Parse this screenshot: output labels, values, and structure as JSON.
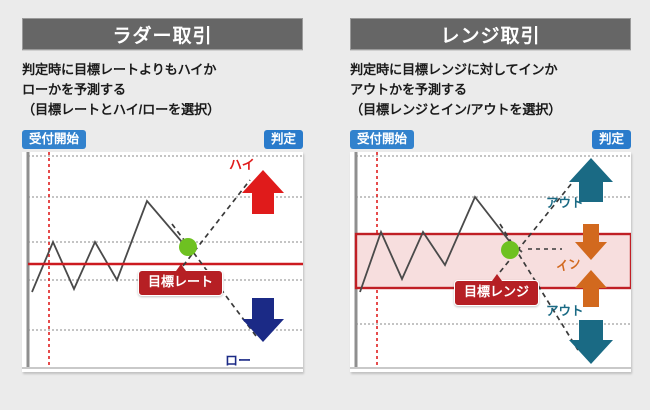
{
  "page": {
    "background": "#ebebeb",
    "accent_blue": "#2f7ed0",
    "accent_red": "#b61f24",
    "accent_teal": "#1a6a84",
    "accent_orange": "#d2691e",
    "title_bar_bg": "#666666"
  },
  "panels": [
    {
      "id": "ladder",
      "title": "ラダー取引",
      "description": "判定時に目標レートよりもハイか\nローかを予測する\n（目標レートとハイ/ローを選択）",
      "tags": {
        "start": "受付開始",
        "judge": "判定"
      },
      "labels": {
        "up": "ハイ",
        "down": "ロー",
        "target_pill": "目標レート"
      },
      "colors": {
        "up_arrow": "#e01b1b",
        "down_arrow": "#1b2a86",
        "target_line": "#cc1a20",
        "marker": "#6ec121"
      },
      "chart_data": {
        "type": "line",
        "title": "ラダー取引",
        "xlabel": "",
        "ylabel": "",
        "grid": true,
        "xlim": [
          0,
          281
        ],
        "ylim": [
          0,
          220
        ],
        "series": [
          {
            "name": "price",
            "points": [
              [
                10,
                140
              ],
              [
                31,
                90
              ],
              [
                52,
                137
              ],
              [
                73,
                90
              ],
              [
                95,
                128
              ],
              [
                125,
                49
              ],
              [
                160,
                90
              ],
              [
                172,
                100
              ]
            ]
          }
        ],
        "horizontal_lines": [
          {
            "name": "target-rate",
            "y": 112,
            "color": "#cc1a20",
            "style": "solid"
          }
        ],
        "gridlines_y": [
          4,
          45,
          90,
          128,
          178
        ],
        "start_marker_x": 27,
        "judgement_marker": {
          "x": 166,
          "y": 95,
          "color": "#6ec121"
        },
        "projection_lines": [
          {
            "name": "up-projection",
            "from": [
              150,
              128
            ],
            "to": [
              225,
              30
            ]
          },
          {
            "name": "down-projection",
            "from": [
              150,
              72
            ],
            "to": [
              232,
              182
            ]
          }
        ]
      }
    },
    {
      "id": "range",
      "title": "レンジ取引",
      "description": "判定時に目標レンジに対してインか\nアウトかを予測する\n（目標レンジとイン/アウトを選択）",
      "tags": {
        "start": "受付開始",
        "judge": "判定"
      },
      "labels": {
        "out_top": "アウト",
        "inside": "イン",
        "out_bottom": "アウト",
        "target_pill": "目標レンジ"
      },
      "colors": {
        "out_arrow": "#1a6a84",
        "in_arrow": "#d2691e",
        "range_band_fill": "#f7dede",
        "range_band_border": "#c01f25",
        "marker": "#6ec121"
      },
      "chart_data": {
        "type": "line",
        "title": "レンジ取引",
        "xlabel": "",
        "ylabel": "",
        "grid": true,
        "xlim": [
          0,
          281
        ],
        "ylim": [
          0,
          220
        ],
        "series": [
          {
            "name": "price",
            "points": [
              [
                10,
                140
              ],
              [
                31,
                80
              ],
              [
                52,
                127
              ],
              [
                73,
                80
              ],
              [
                95,
                113
              ],
              [
                125,
                45
              ],
              [
                160,
                90
              ],
              [
                172,
                100
              ]
            ]
          }
        ],
        "range_band": {
          "y_top": 82,
          "y_bottom": 136,
          "fill": "#f7dede",
          "border": "#c01f25"
        },
        "gridlines_y": [
          4,
          45,
          82,
          136,
          172
        ],
        "start_marker_x": 27,
        "judgement_marker": {
          "x": 160,
          "y": 98,
          "color": "#6ec121"
        },
        "projection_lines": [
          {
            "name": "up-projection",
            "from": [
              150,
              120
            ],
            "to": [
              224,
              28
            ]
          },
          {
            "name": "down-projection",
            "from": [
              150,
              72
            ],
            "to": [
              226,
              196
            ]
          }
        ]
      }
    }
  ]
}
